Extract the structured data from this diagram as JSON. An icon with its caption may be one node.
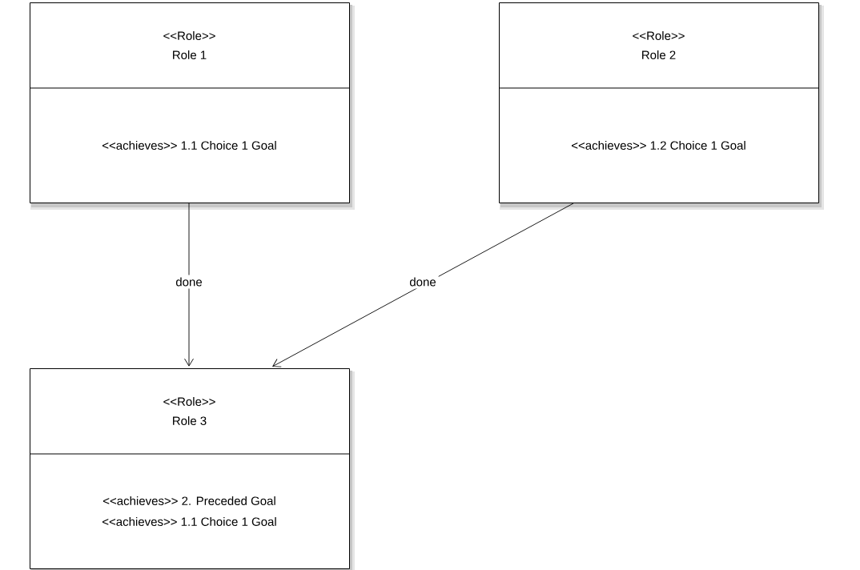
{
  "diagram": {
    "nodes": [
      {
        "text": [
          "<<Role>>",
          "Role 1",
          "<<achieves>> 1.1 Choice 1 Goal"
        ]
      },
      {
        "text": [
          "<<Role>>",
          "Role 2",
          "<<achieves>> 1.2 Choice 1 Goal"
        ]
      },
      {
        "text": [
          "<<Role>>",
          "Role 3",
          "<<achieves>> 2. Preceded Goal",
          "<<achieves>> 1.1 Choice 1 Goal"
        ]
      }
    ],
    "edges": [
      {
        "from": 0,
        "to": 2,
        "arrow": "to",
        "label": "done"
      },
      {
        "from": 1,
        "to": 2,
        "arrow": "to",
        "label": "done"
      }
    ]
  }
}
